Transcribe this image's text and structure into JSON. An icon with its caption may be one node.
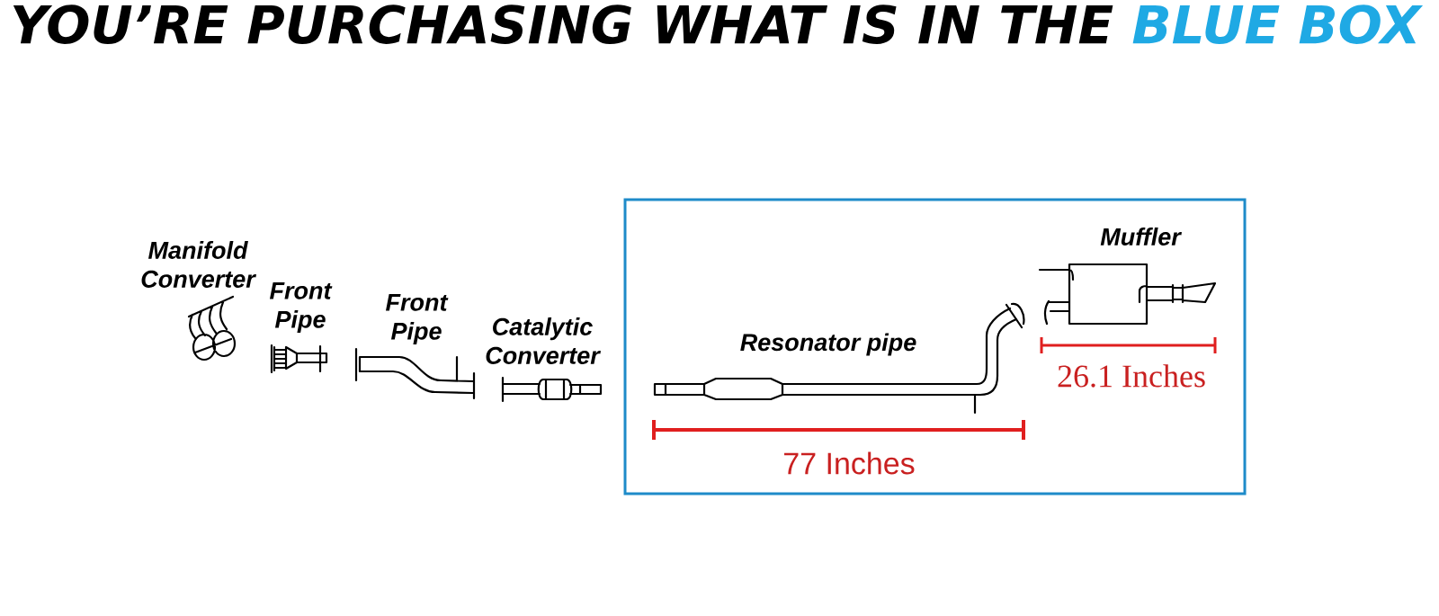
{
  "diagram": {
    "title": "YOU’RE PURCHASING WHAT IS IN THE BLUE BOX",
    "nodes": [
      {
        "text": [
          "Manifold Converter"
        ]
      },
      {
        "text": [
          "Front Pipe"
        ]
      },
      {
        "text": [
          "Front Pipe"
        ]
      },
      {
        "text": [
          "Catalytic Converter"
        ]
      },
      {
        "text": [],
        "shape": "box"
      },
      {
        "text": [
          "Resonator pipe"
        ],
        "in": 4
      },
      {
        "text": [
          "Muffler"
        ],
        "in": 4
      }
    ],
    "labels": [
      "26.1 Inches",
      "77 Inches"
    ]
  }
}
